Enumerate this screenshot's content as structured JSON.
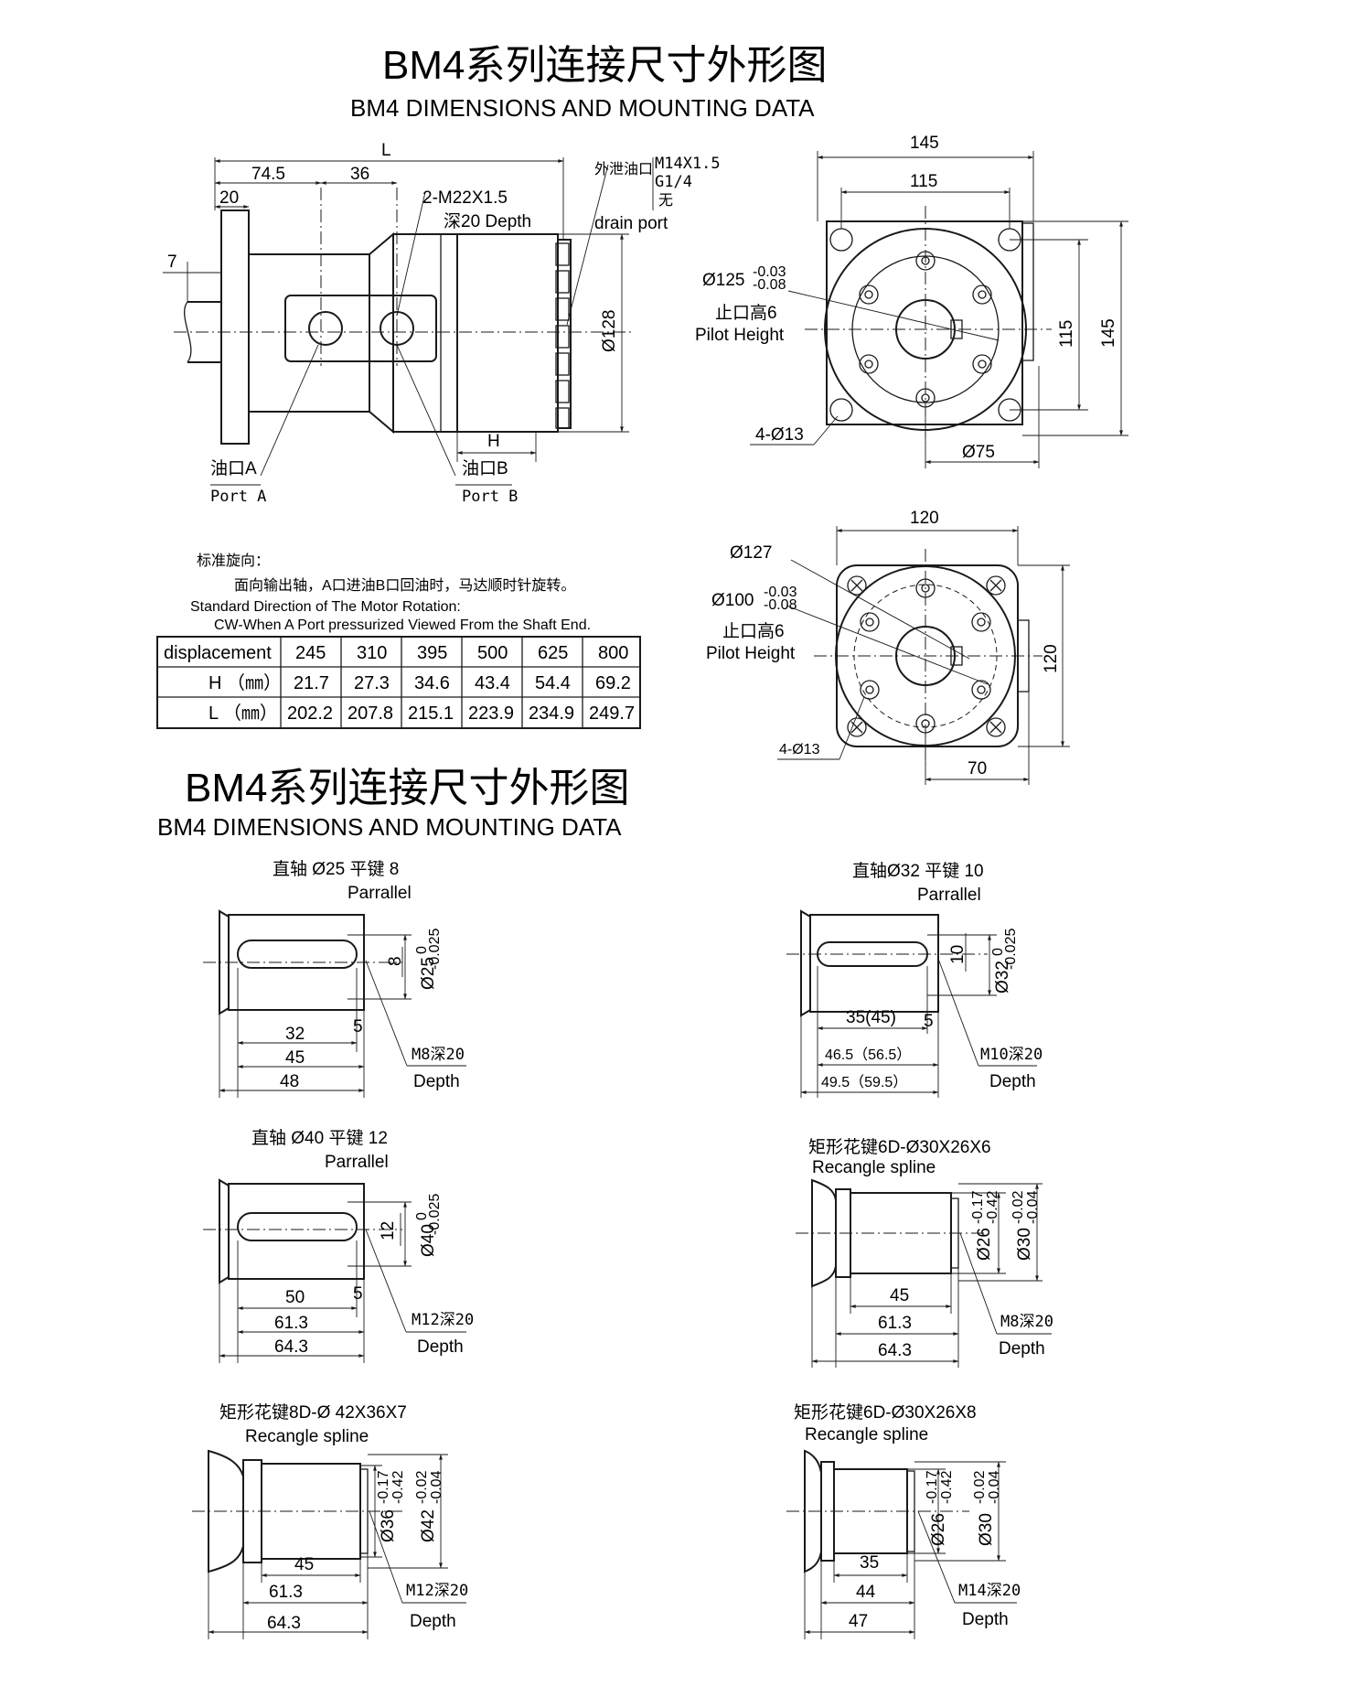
{
  "title_cn": "BM4系列连接尺寸外形图",
  "title_en": "BM4 DIMENSIONS AND MOUNTING DATA",
  "side_view": {
    "L": "L",
    "d745": "74.5",
    "d36": "36",
    "d20": "20",
    "d7": "7",
    "port_thread": "2-M22X1.5",
    "port_depth": "深20 Depth",
    "drain_cn": "外泄油口",
    "drain_m14": "M14X1.5",
    "drain_g14": "G1/4",
    "drain_none": "无",
    "drain_en": "drain port",
    "dia128": "Ø128",
    "H": "H",
    "portA_cn": "油口A",
    "portA_en": "Port A",
    "portB_cn": "油口B",
    "portB_en": "Port B"
  },
  "flange_square": {
    "w145": "145",
    "w115": "115",
    "h115": "115",
    "h145": "145",
    "pilot_dia": "Ø125",
    "pilot_tol_up": "-0.03",
    "pilot_tol_lo": "-0.08",
    "pilot_cn": "止口高6",
    "pilot_en": "Pilot Height",
    "holes": "4-Ø13",
    "d75": "Ø75"
  },
  "flange_wheel": {
    "w120": "120",
    "h120": "120",
    "d127": "Ø127",
    "pilot_dia": "Ø100",
    "pilot_tol_up": "-0.03",
    "pilot_tol_lo": "-0.08",
    "pilot_cn": "止口高6",
    "pilot_en": "Pilot Height",
    "holes": "4-Ø13",
    "d70": "70"
  },
  "rotation": {
    "cn_title": "标准旋向：",
    "cn_text": "面向输出轴，A口进油B口回油时，马达顺时针旋转。",
    "en_title": "Standard Direction of The Motor Rotation:",
    "en_text": "CW-When A Port pressurized Viewed From the Shaft End."
  },
  "table": {
    "rows": [
      [
        "displacement",
        "245",
        "310",
        "395",
        "500",
        "625",
        "800"
      ],
      [
        "H （㎜）",
        "21.7",
        "27.3",
        "34.6",
        "43.4",
        "54.4",
        "69.2"
      ],
      [
        "L （㎜）",
        "202.2",
        "207.8",
        "215.1",
        "223.9",
        "234.9",
        "249.7"
      ]
    ]
  },
  "shafts": {
    "s1": {
      "cn": "直轴 Ø25 平键 8",
      "en": "Parrallel",
      "key": "8",
      "dia": "Ø25",
      "tol_up": "0",
      "tol_lo": "-0.025",
      "a": "32",
      "b": "45",
      "c": "48",
      "five": "5",
      "thread": "M8深20",
      "depth": "Depth"
    },
    "s2": {
      "cn": "直轴Ø32 平键 10",
      "en": "Parrallel",
      "key": "10",
      "dia": "Ø32",
      "tol_up": "0",
      "tol_lo": "-0.025",
      "a": "35(45)",
      "b": "46.5（56.5）",
      "c": "49.5（59.5）",
      "five": "5",
      "thread": "M10深20",
      "depth": "Depth"
    },
    "s3": {
      "cn": "直轴 Ø40 平键 12",
      "en": "Parrallel",
      "key": "12",
      "dia": "Ø40",
      "tol_up": "0",
      "tol_lo": "-0.025",
      "a": "50",
      "b": "61.3",
      "c": "64.3",
      "five": "5",
      "thread": "M12深20",
      "depth": "Depth"
    },
    "s4": {
      "cn": "矩形花键6D-Ø30X26X6",
      "en": "Recangle spline",
      "d1": "Ø26",
      "d1_up": "-0.17",
      "d1_lo": "-0.42",
      "d2": "Ø30",
      "d2_up": "-0.02",
      "d2_lo": "-0.04",
      "a": "45",
      "b": "61.3",
      "c": "64.3",
      "thread": "M8深20",
      "depth": "Depth"
    },
    "s5": {
      "cn": "矩形花键8D-Ø 42X36X7",
      "en": "Recangle spline",
      "d1": "Ø36",
      "d1_up": "-0.17",
      "d1_lo": "-0.42",
      "d2": "Ø42",
      "d2_up": "-0.02",
      "d2_lo": "-0.04",
      "a": "45",
      "b": "61.3",
      "c": "64.3",
      "thread": "M12深20",
      "depth": "Depth"
    },
    "s6": {
      "cn": "矩形花键6D-Ø30X26X8",
      "en": "Recangle spline",
      "d1": "Ø26",
      "d1_up": "-0.17",
      "d1_lo": "-0.42",
      "d2": "Ø30",
      "d2_up": "-0.02",
      "d2_lo": "-0.04",
      "a": "35",
      "b": "44",
      "c": "47",
      "thread": "M14深20",
      "depth": "Depth"
    }
  }
}
